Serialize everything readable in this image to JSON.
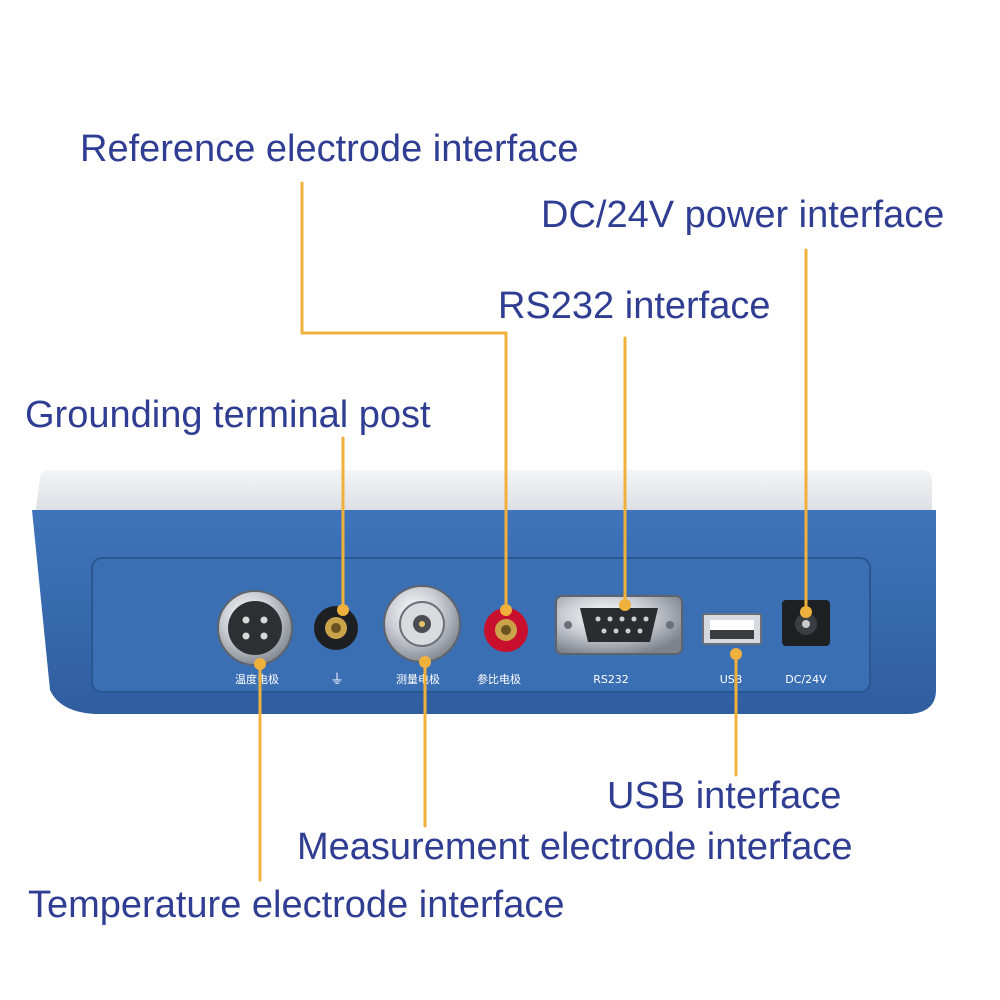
{
  "callouts": {
    "reference": "Reference electrode interface",
    "dc_power": "DC/24V power interface",
    "rs232": "RS232 interface",
    "grounding": "Grounding terminal post",
    "usb": "USB interface",
    "measurement": "Measurement electrode interface",
    "temperature": "Temperature electrode interface"
  },
  "panel_labels": {
    "temperature": "温度电极",
    "ground": "⏚",
    "measurement": "测量电极",
    "reference": "参比电极",
    "rs232": "RS232",
    "usb": "USB",
    "dc": "DC/24V"
  },
  "colors": {
    "callout_text": "#2f3d92",
    "leader_line": "#f0b03c",
    "device_body": "#3a6db3",
    "device_top": "#e6e8ec",
    "reference_post": "#c8102e"
  }
}
